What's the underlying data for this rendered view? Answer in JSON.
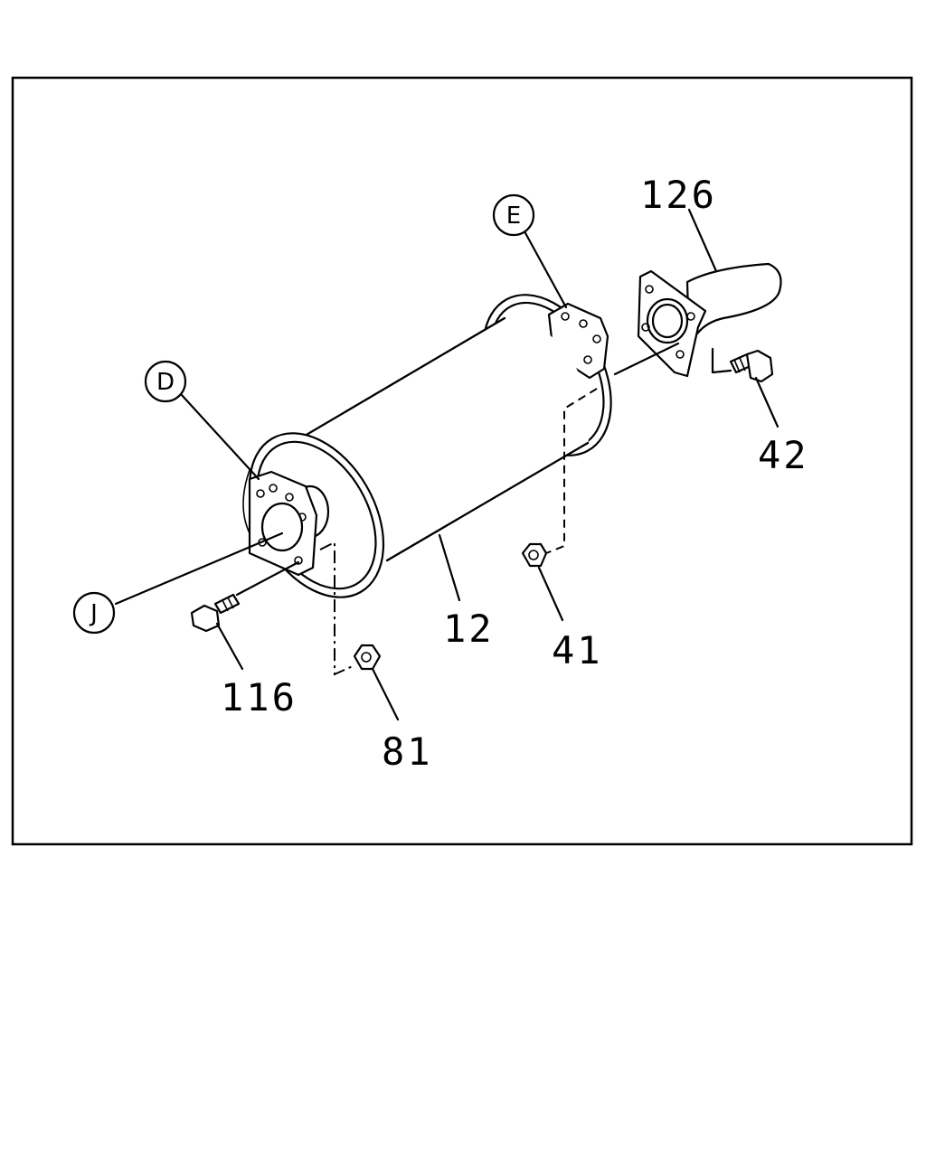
{
  "part_numbers": {
    "p126": "126",
    "p42": "42",
    "p41": "41",
    "p12": "12",
    "p116": "116",
    "p81": "81"
  },
  "reference_marks": {
    "ref_e": "E",
    "ref_d": "D",
    "ref_j": "J"
  }
}
